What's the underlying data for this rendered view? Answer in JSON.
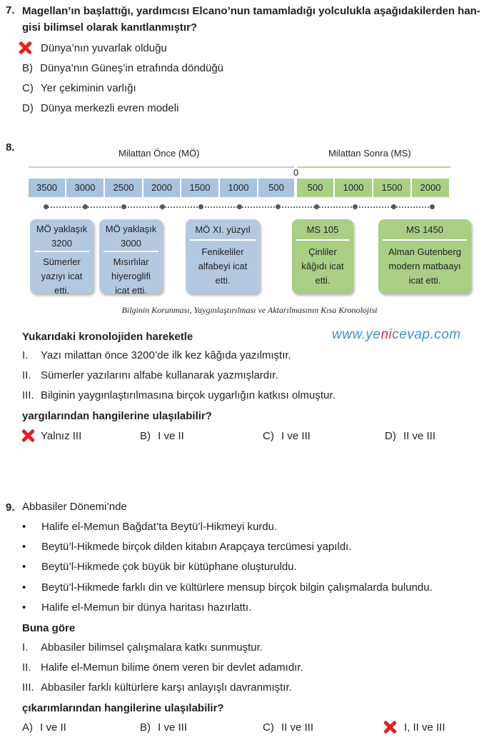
{
  "q7": {
    "number": "7.",
    "text_line1": "Magellan’ın başlattığı, yardımcısı Elcano’nun tamamladığı yolculukla aşağıdakilerden han-",
    "text_line2": "gisi bilimsel olarak kanıtlanmıştır?",
    "options": [
      {
        "letter": "",
        "text": "Dünya’nın yuvarlak olduğu"
      },
      {
        "letter": "B)",
        "text": "Dünya’nın Güneş’in etrafında döndüğü"
      },
      {
        "letter": "C)",
        "text": "Yer çekiminin varlığı"
      },
      {
        "letter": "D)",
        "text": "Dünya merkezli evren modeli"
      }
    ]
  },
  "q8": {
    "number": "8.",
    "era_before": "Milattan Önce (MÖ)",
    "era_after": "Milattan Sonra (MS)",
    "zero_label": "0",
    "years_bc": [
      "3500",
      "3000",
      "2500",
      "2000",
      "1500",
      "1000",
      "500"
    ],
    "years_ad": [
      "500",
      "1000",
      "1500",
      "2000"
    ],
    "cards": [
      {
        "head": "MÖ yaklaşık 3200",
        "body": "Sümerler yazıyı icat etti."
      },
      {
        "head": "MÖ yaklaşık 3000",
        "body": "Mısırlılar hiyeroglifi icat etti."
      },
      {
        "head": "MÖ XI. yüzyıl",
        "body": "Fenikeliler alfabeyi icat etti."
      },
      {
        "head": "MS 105",
        "body": "Çinliler kâğıdı icat etti."
      },
      {
        "head": "MS 1450",
        "body": "Alman Gutenberg modern matbaayı icat etti."
      }
    ],
    "caption": "Bilginin Korunması, Yaygınlaştırılması ve Aktarılmasının Kısa Kronolojisi",
    "stem_title": "Yukarıdaki kronolojiden hareketle",
    "statements": [
      {
        "num": "I.",
        "text": "Yazı milattan önce 3200’de ilk kez kâğıda yazılmıştır."
      },
      {
        "num": "II.",
        "text": "Sümerler yazılarını alfabe kullanarak yazmışlardır."
      },
      {
        "num": "III.",
        "text": "Bilginin yaygınlaştırılmasına birçok uygarlığın katkısı olmuştur."
      }
    ],
    "question": "yargılarından hangilerine ulaşılabilir?",
    "options": [
      {
        "letter": "",
        "text": "Yalnız III"
      },
      {
        "letter": "B)",
        "text": "I ve II"
      },
      {
        "letter": "C)",
        "text": "I ve III"
      },
      {
        "letter": "D)",
        "text": "II ve III"
      }
    ]
  },
  "watermark": {
    "part1": "www.ye",
    "part2": "ni",
    "part3": "cevap.com"
  },
  "q9": {
    "number": "9.",
    "intro": "Abbasiler Dönemi’nde",
    "bullets": [
      "Halife el-Memun Bağdat’ta Beytü’l-Hikmeyi kurdu.",
      "Beytü’l-Hikmede birçok dilden kitabın Arapçaya tercümesi yapıldı.",
      "Beytü’l-Hikmede çok büyük bir kütüphane oluşturuldu.",
      "Beytü’l-Hikmede farklı din ve kültürlere mensup birçok bilgin çalışmalarda bulundu.",
      "Halife el-Memun bir dünya haritası hazırlattı."
    ],
    "bullet_symbol": "•",
    "stem_title": "Buna göre",
    "statements": [
      {
        "num": "I.",
        "text": "Abbasiler bilimsel çalışmalara katkı sunmuştur."
      },
      {
        "num": "II.",
        "text": "Halife el-Memun bilime önem veren bir devlet adamıdır."
      },
      {
        "num": "III.",
        "text": "Abbasiler farklı kültürlere karşı anlayışlı davranmıştır."
      }
    ],
    "question": "çıkarımlarından hangilerine ulaşılabilir?",
    "options": [
      {
        "letter": "A)",
        "text": "I ve II"
      },
      {
        "letter": "B)",
        "text": "I ve III"
      },
      {
        "letter": "C)",
        "text": "II ve III"
      },
      {
        "letter": "",
        "text": "I, II ve III"
      }
    ]
  },
  "colors": {
    "marker": "#e31e24",
    "bc": "#a9c2dd",
    "ad": "#a9cf85"
  }
}
